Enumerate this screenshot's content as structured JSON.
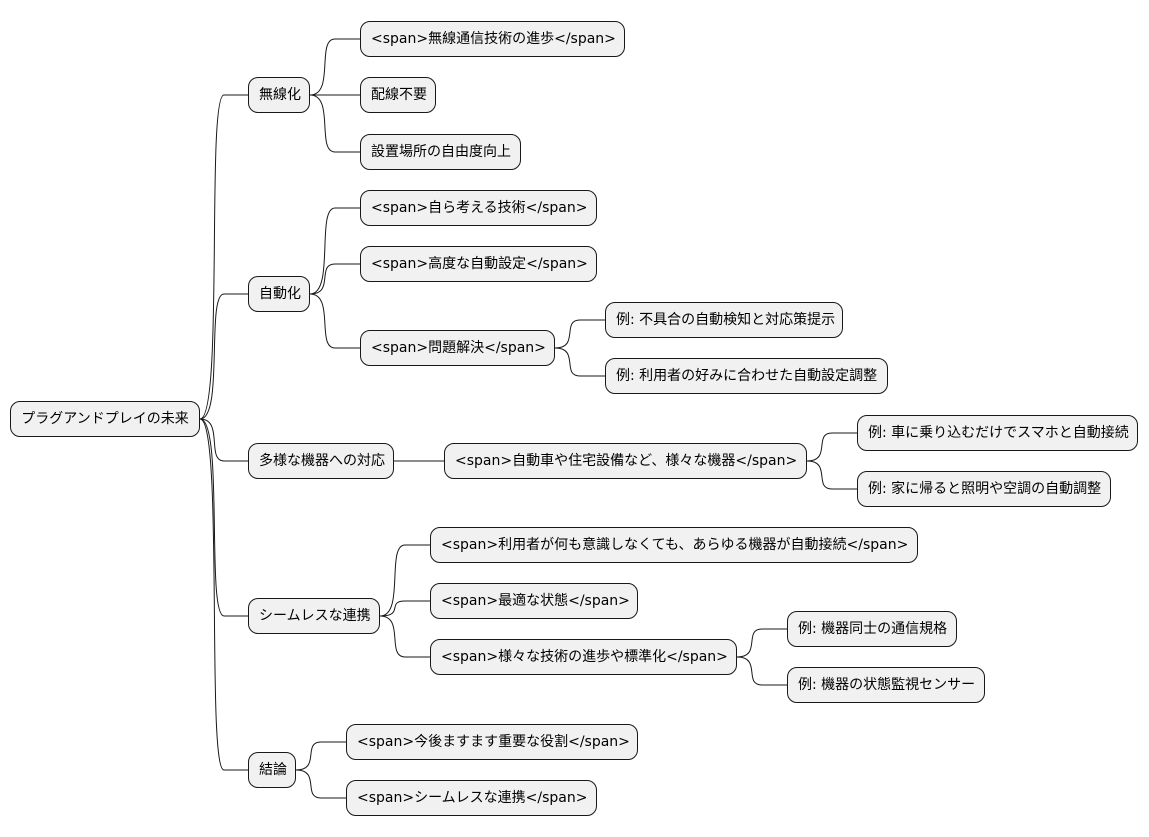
{
  "root": "プラグアンドプレイの未来",
  "branches": [
    {
      "label": "無線化",
      "children": [
        {
          "label": "<span>無線通信技術の進歩</span>",
          "children": []
        },
        {
          "label": "配線不要",
          "children": []
        },
        {
          "label": "設置場所の自由度向上",
          "children": []
        }
      ]
    },
    {
      "label": "自動化",
      "children": [
        {
          "label": "<span>自ら考える技術</span>",
          "children": []
        },
        {
          "label": "<span>高度な自動設定</span>",
          "children": []
        },
        {
          "label": "<span>問題解決</span>",
          "children": [
            {
              "label": "例: 不具合の自動検知と対応策提示"
            },
            {
              "label": "例: 利用者の好みに合わせた自動設定調整"
            }
          ]
        }
      ]
    },
    {
      "label": "多様な機器への対応",
      "children": [
        {
          "label": "<span>自動車や住宅設備など、様々な機器</span>",
          "children": [
            {
              "label": "例: 車に乗り込むだけでスマホと自動接続"
            },
            {
              "label": "例: 家に帰ると照明や空調の自動調整"
            }
          ]
        }
      ]
    },
    {
      "label": "シームレスな連携",
      "children": [
        {
          "label": "<span>利用者が何も意識しなくても、あらゆる機器が自動接続</span>",
          "children": []
        },
        {
          "label": "<span>最適な状態</span>",
          "children": []
        },
        {
          "label": "<span>様々な技術の進歩や標準化</span>",
          "children": [
            {
              "label": "例: 機器同士の通信規格"
            },
            {
              "label": "例: 機器の状態監視センサー"
            }
          ]
        }
      ]
    },
    {
      "label": "結論",
      "children": [
        {
          "label": "<span>今後ますます重要な役割</span>",
          "children": []
        },
        {
          "label": "<span>シームレスな連携</span>",
          "children": []
        }
      ]
    }
  ]
}
